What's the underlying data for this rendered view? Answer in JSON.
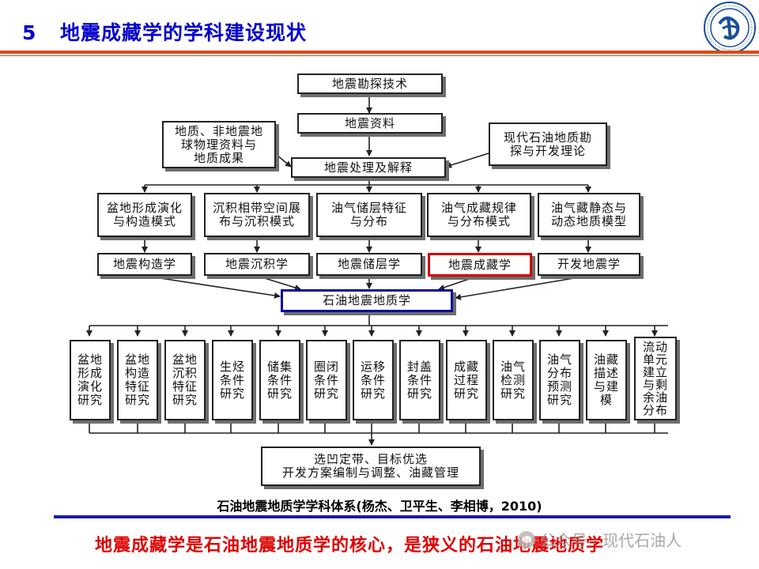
{
  "header": {
    "slide_number": "5",
    "title": "地震成藏学的学科建设现状"
  },
  "diagram": {
    "top": [
      "地震勘探技术",
      "地震资料"
    ],
    "left_input": [
      "地质、非地震地",
      "球物理资料与",
      "地质成果"
    ],
    "right_input": [
      "现代石油地质勘",
      "探与开发理论"
    ],
    "processing": "地震处理及解释",
    "topics": [
      [
        "盆地形成演化",
        "与构造模式"
      ],
      [
        "沉积相带空间展",
        "布与沉积模式"
      ],
      [
        "油气储层特征",
        "与分布"
      ],
      [
        "油气成藏规律",
        "与分布模式"
      ],
      [
        "油气藏静态与",
        "动态地质模型"
      ]
    ],
    "disciplines": [
      "地震构造学",
      "地震沉积学",
      "地震储层学",
      "地震成藏学",
      "开发地震学"
    ],
    "highlighted_discipline": "地震成藏学",
    "core": "石油地震地质学",
    "studies": [
      [
        "盆地",
        "形成",
        "演化",
        "研究"
      ],
      [
        "盆地",
        "构造",
        "特征",
        "研究"
      ],
      [
        "盆地",
        "沉积",
        "特征",
        "研究"
      ],
      [
        "生烃",
        "条件",
        "研究"
      ],
      [
        "储集",
        "条件",
        "研究"
      ],
      [
        "圈闭",
        "条件",
        "研究"
      ],
      [
        "运移",
        "条件",
        "研究"
      ],
      [
        "封盖",
        "条件",
        "研究"
      ],
      [
        "成藏",
        "过程",
        "研究"
      ],
      [
        "油气",
        "检测",
        "研究"
      ],
      [
        "油气",
        "分布",
        "预测",
        "研究"
      ],
      [
        "油藏",
        "描述",
        "与建",
        "模"
      ],
      [
        "流动",
        "单元",
        "建立",
        "与剩",
        "余油",
        "分布"
      ]
    ],
    "final": [
      "选凹定带、目标优选",
      "开发方案编制与调整、油藏管理"
    ]
  },
  "caption": "石油地震地质学学科体系(杨杰、卫平生、李相博，2010)",
  "conclusion": "地震成藏学是石油地震地质学的核心，是狭义的石油地震地质学",
  "watermark": "公众号 · 现代石油人",
  "colors": {
    "title": "#0000cc",
    "accent_rule": "#d94a1a",
    "highlight_red": "#d40000",
    "highlight_blue": "#0a0a9a",
    "conclusion": "#dd0000"
  }
}
